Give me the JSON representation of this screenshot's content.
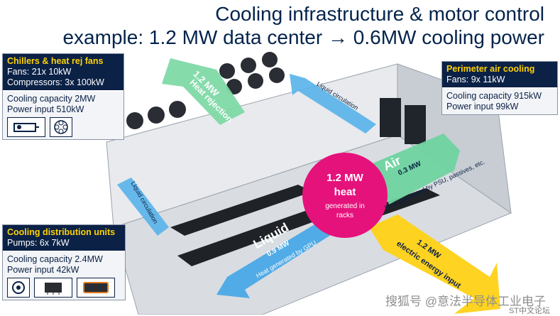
{
  "title": {
    "line1": "Cooling infrastructure & motor control",
    "line2": "example: 1.2 MW data center → 0.6MW cooling power"
  },
  "chillers": {
    "header": "Chillers & heat rej fans",
    "fans": "Fans: 21x 10kW",
    "compressors": "Compressors: 3x 100kW",
    "capacity": "Cooling capacity 2MW",
    "power": "Power input 510kW"
  },
  "perimeter": {
    "header": "Perimeter air cooling",
    "fans": "Fans: 9x 11kW",
    "capacity": "Cooling capacity 915kW",
    "power": "Power input 99kW"
  },
  "cdu": {
    "header": "Cooling distribution units",
    "pumps": "Pumps: 6x 7kW",
    "capacity": "Cooling capacity 2.4MW",
    "power": "Power input 42kW"
  },
  "arrows": {
    "heat_rejection_value": "1.2 MW",
    "heat_rejection_label": "Heat rejection",
    "liquid_circulation_top": "Liquid circulation",
    "liquid_circulation_left": "Liquid circulation",
    "air_label": "Air",
    "air_value": "0.3 MW",
    "air_desc": "Heat generated by PSU, passives, etc.",
    "liquid_label": "Liquid",
    "liquid_value": "0.9 MW",
    "liquid_desc": "Heat generated by GPU",
    "electric_value": "1.2 MW",
    "electric_label": "electric energy input"
  },
  "center": {
    "value": "1.2 MW",
    "heat": "heat",
    "desc1": "generated in",
    "desc2": "racks"
  },
  "watermark": {
    "main": "搜狐号 @意法半导体工业电子",
    "forum": "ST中文论坛"
  },
  "colors": {
    "title": "#03234b",
    "box_bg": "#0b2146",
    "box_header": "#ffd200",
    "heat_rejection": "#7fd9a6",
    "liquid": "#4aa8e6",
    "air": "#6fd3a0",
    "center_circle": "#e6127c",
    "electric": "#ffd21a"
  },
  "icons": [
    "compressor-icon",
    "fan-icon",
    "pump-icon",
    "chip-icon",
    "power-module-icon"
  ]
}
